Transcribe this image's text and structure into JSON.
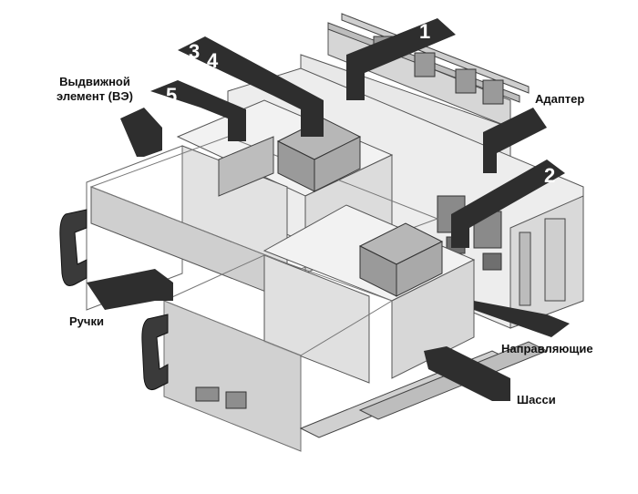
{
  "labels": {
    "withdrawable": "Выдвижной\nэлемент (ВЭ)",
    "adapter": "Адаптер",
    "handles": "Ручки",
    "guides": "Направляющие",
    "chassis": "Шасси"
  },
  "numbers": {
    "n1": "1",
    "n2": "2",
    "n3": "3",
    "n4": "4",
    "n5": "5"
  },
  "colors": {
    "arrow": "#2e2e2e",
    "frame_light": "#e6e6e6",
    "frame_mid": "#c9c9c9",
    "frame_dark": "#8c8c8c",
    "handle": "#3a3a3a"
  }
}
